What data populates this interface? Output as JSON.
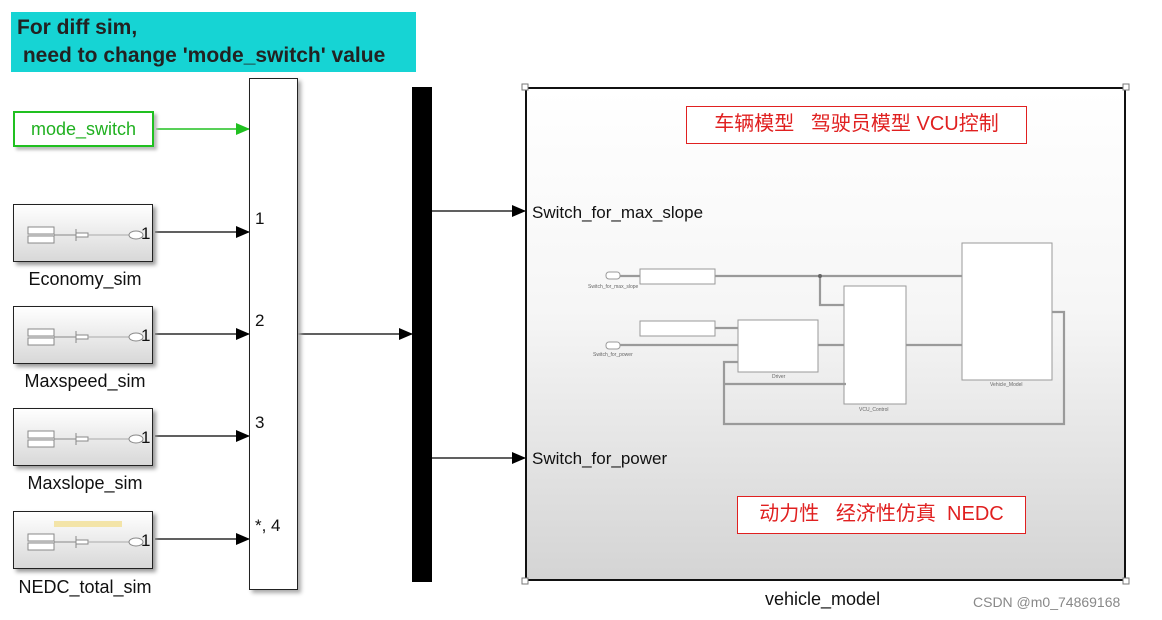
{
  "note": {
    "line1": "For diff sim,",
    "line2": " need to change 'mode_switch' value"
  },
  "mode_constant": {
    "label": "mode_switch"
  },
  "sources": [
    {
      "name": "Economy_sim",
      "port": "1"
    },
    {
      "name": "Maxspeed_sim",
      "port": "1"
    },
    {
      "name": "Maxslope_sim",
      "port": "1"
    },
    {
      "name": "NEDC_total_sim",
      "port": "1"
    }
  ],
  "multiport_switch": {
    "ports": [
      "1",
      "2",
      "3",
      "*, 4"
    ]
  },
  "subsystem": {
    "name": "vehicle_model",
    "inputs": [
      "Switch_for_max_slope",
      "Switch_for_power"
    ],
    "annotation_top": "车辆模型   驾驶员模型 VCU控制",
    "annotation_bottom": "动力性   经济性仿真  NEDC",
    "preview": {
      "in1": "Switch_for_max_slope",
      "in2": "Switch_for_power",
      "driver": "Driver",
      "vcu": "VCU_Control",
      "vehicle": "Vehicle_Model"
    }
  },
  "watermark": "CSDN @m0_74869168",
  "colors": {
    "note_bg": "#16d4d4",
    "constant": "#20c020",
    "annotation": "#e02020"
  }
}
